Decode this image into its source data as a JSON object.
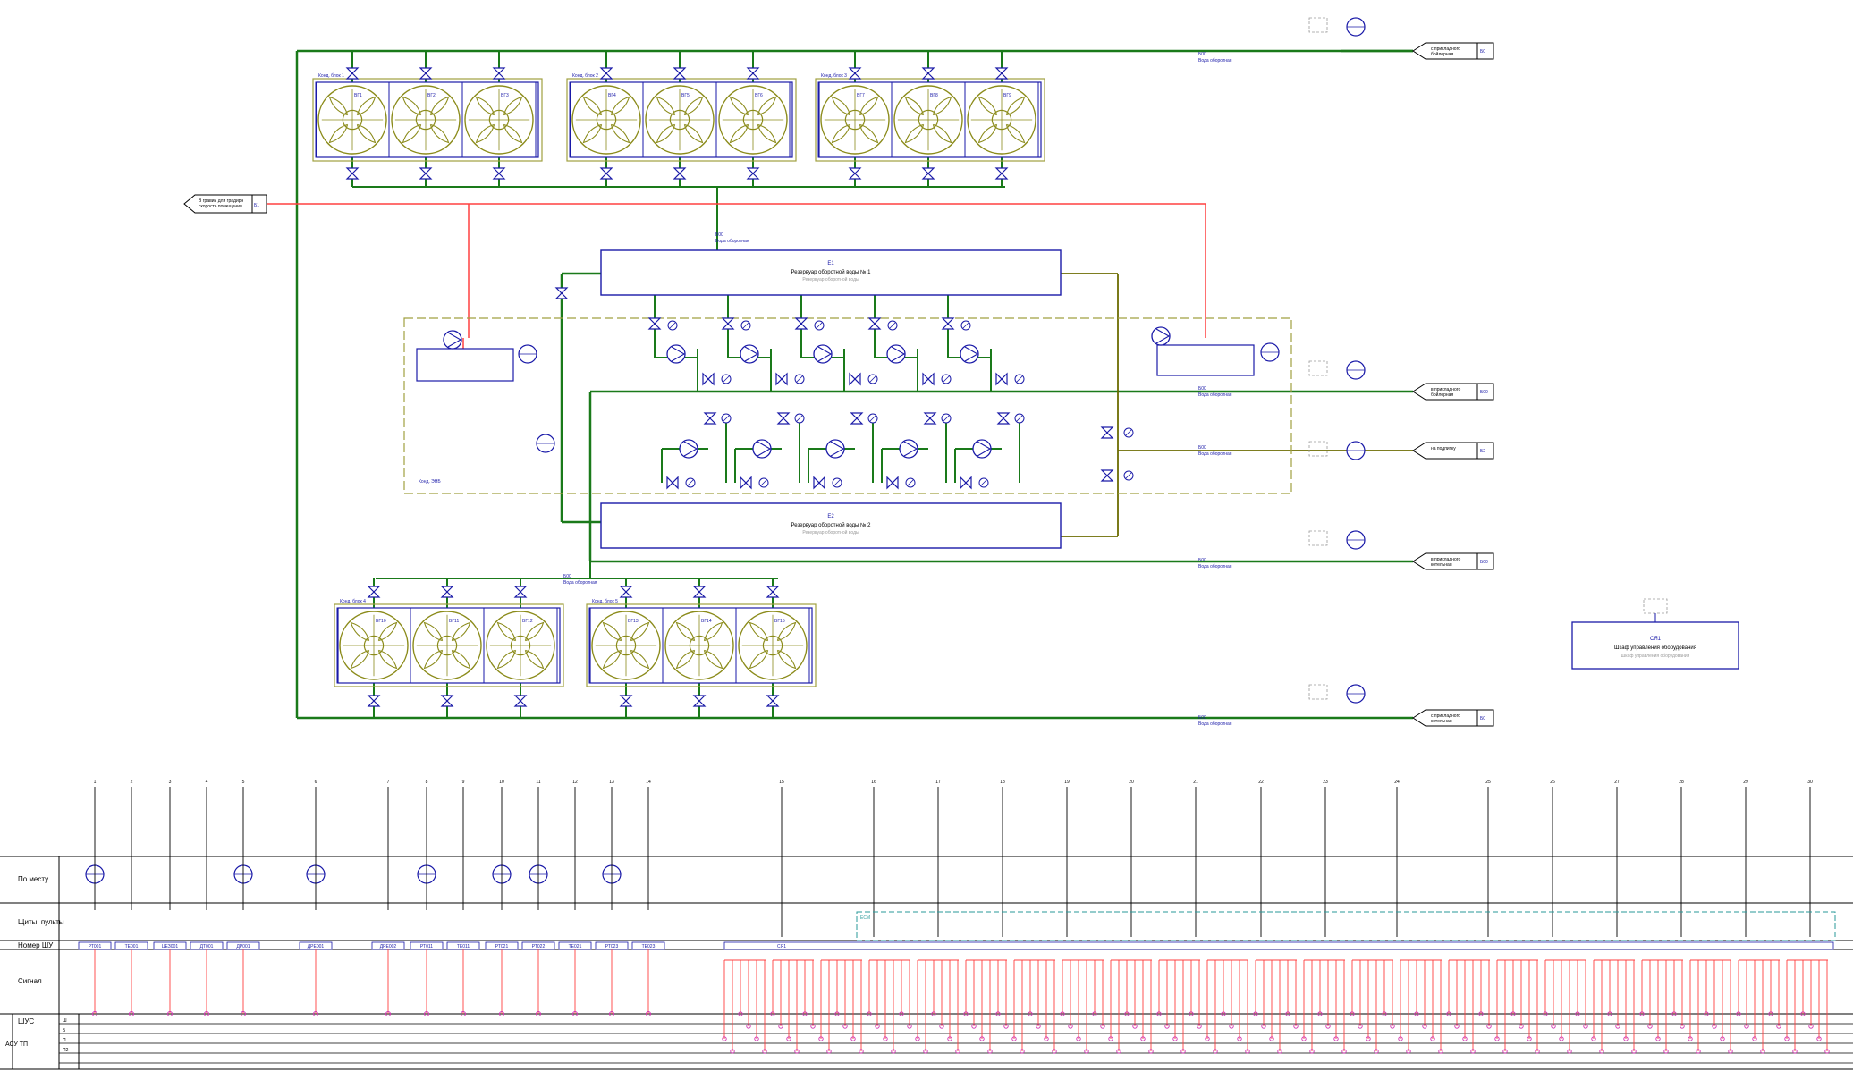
{
  "colors": {
    "green_pipe": "#1a7a1a",
    "red_pipe": "#ff4040",
    "olive_pipe": "#6b6b00",
    "blue_equipment": "#1a1aa8",
    "fan_outline": "#8b8b1a",
    "dashed_frame": "#a0a040",
    "teal_frame": "#2a9a9a",
    "magenta_marker": "#d030b0",
    "grey_text": "#9a9a9a",
    "black_line": "#000000"
  },
  "icons": {
    "valve": "bowtie-valve-icon",
    "pump": "pump-circle-icon",
    "fan": "cooling-fan-icon",
    "instrument": "instrument-bubble-icon",
    "arrow_connector": "pentagon-arrow-icon"
  },
  "connectors": [
    {
      "label": "с прикладного\nбойлерная",
      "code": "Б0"
    },
    {
      "label": "в прикладного\nбойлерная",
      "code": "Б00"
    },
    {
      "label": "на подпитку",
      "code": "Б2"
    },
    {
      "label": "в прикладного\nкотельная",
      "code": "Б00"
    },
    {
      "label": "с прикладного\nкотельная",
      "code": "Б0"
    }
  ],
  "left_connector": {
    "label": "В гравии для градирн\nскорость помещения",
    "code": "Б1"
  },
  "vessels": [
    {
      "code": "E1",
      "title": "Резервуар оборотной воды № 1",
      "subtitle": "Резервуар оборотной воды"
    },
    {
      "code": "E2",
      "title": "Резервуар оборотной воды № 2",
      "subtitle": "Резервуар оборотной воды"
    }
  ],
  "fan_groups_top": [
    {
      "title": "Конд. блок 1",
      "fans": [
        "ВГ1",
        "ВГ2",
        "ВГ3"
      ]
    },
    {
      "title": "Конд. блок 2",
      "fans": [
        "ВГ4",
        "ВГ5",
        "ВГ6"
      ]
    },
    {
      "title": "Конд. блок 3",
      "fans": [
        "ВГ7",
        "ВГ8",
        "ВГ9"
      ]
    }
  ],
  "fan_groups_bottom": [
    {
      "title": "Конд. блок 4",
      "fans": [
        "ВГ10",
        "ВГ11",
        "ВГ12"
      ]
    },
    {
      "title": "Конд. блок 5",
      "fans": [
        "ВГ13",
        "ВГ14",
        "ВГ15"
      ]
    }
  ],
  "pump_station_title": "Конд. ЭНБ",
  "controller_box": {
    "code": "СЯ1",
    "title": "Шкаф управления оборудования",
    "subtitle": "Шкаф управления оборудования"
  },
  "pipe_label": "Б00",
  "pipe_desc": "Вода оборотная",
  "table": {
    "row_labels": [
      "По месту",
      "Щиты, пульты",
      "Номер ШУ",
      "Сигнал",
      "ШУС"
    ],
    "side_label": "АСУ ТП",
    "bus_rows": [
      "Ш",
      "Б",
      "П",
      "П2"
    ],
    "column_numbers": [
      "1",
      "2",
      "3",
      "4",
      "5",
      "6",
      "7",
      "8",
      "9",
      "10",
      "11",
      "12",
      "13",
      "14",
      "15",
      "16",
      "17",
      "18",
      "19",
      "20",
      "21",
      "22",
      "23",
      "24",
      "25",
      "26",
      "27",
      "28",
      "29",
      "30"
    ],
    "cabinet_codes": [
      "РТ001",
      "ТЕ001",
      "ЦЕЗ001",
      "ДТ001",
      "ДР001",
      "ДРЕ001",
      "ДРЕ002",
      "РТ011",
      "ТЕ011",
      "РТ021",
      "РТ022",
      "ТЕ021",
      "РТ023",
      "ТЕ023"
    ],
    "wide_cabinet": "СЯ1",
    "ecm_box": "ЕСМ"
  }
}
